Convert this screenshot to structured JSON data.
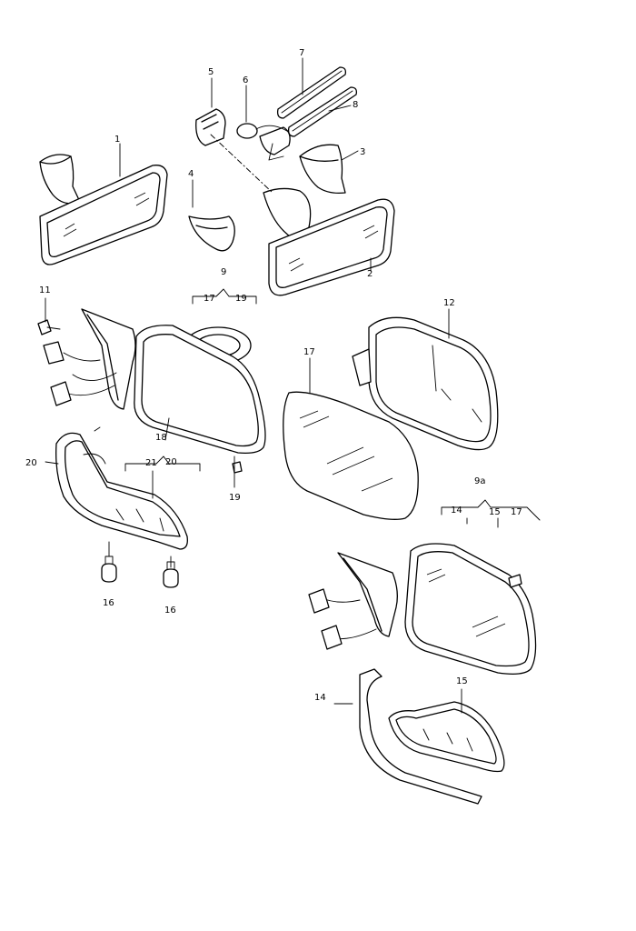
{
  "diagram": {
    "callouts": {
      "c1": "1",
      "c2": "2",
      "c3": "3",
      "c4": "4",
      "c5": "5",
      "c6": "6",
      "c7": "7",
      "c8": "8",
      "c9": "9",
      "c9a": "9a",
      "c11": "11",
      "c12": "12",
      "c14_group": "14",
      "c14": "14",
      "c15_group": "15",
      "c15": "15",
      "c16_left": "16",
      "c16_right": "16",
      "c17_group_left": "17",
      "c17_glass": "17",
      "c17_group_right": "17",
      "c18": "18",
      "c19_group": "19",
      "c19": "19",
      "c20": "20",
      "c20_group": "20",
      "c21": "21"
    }
  }
}
